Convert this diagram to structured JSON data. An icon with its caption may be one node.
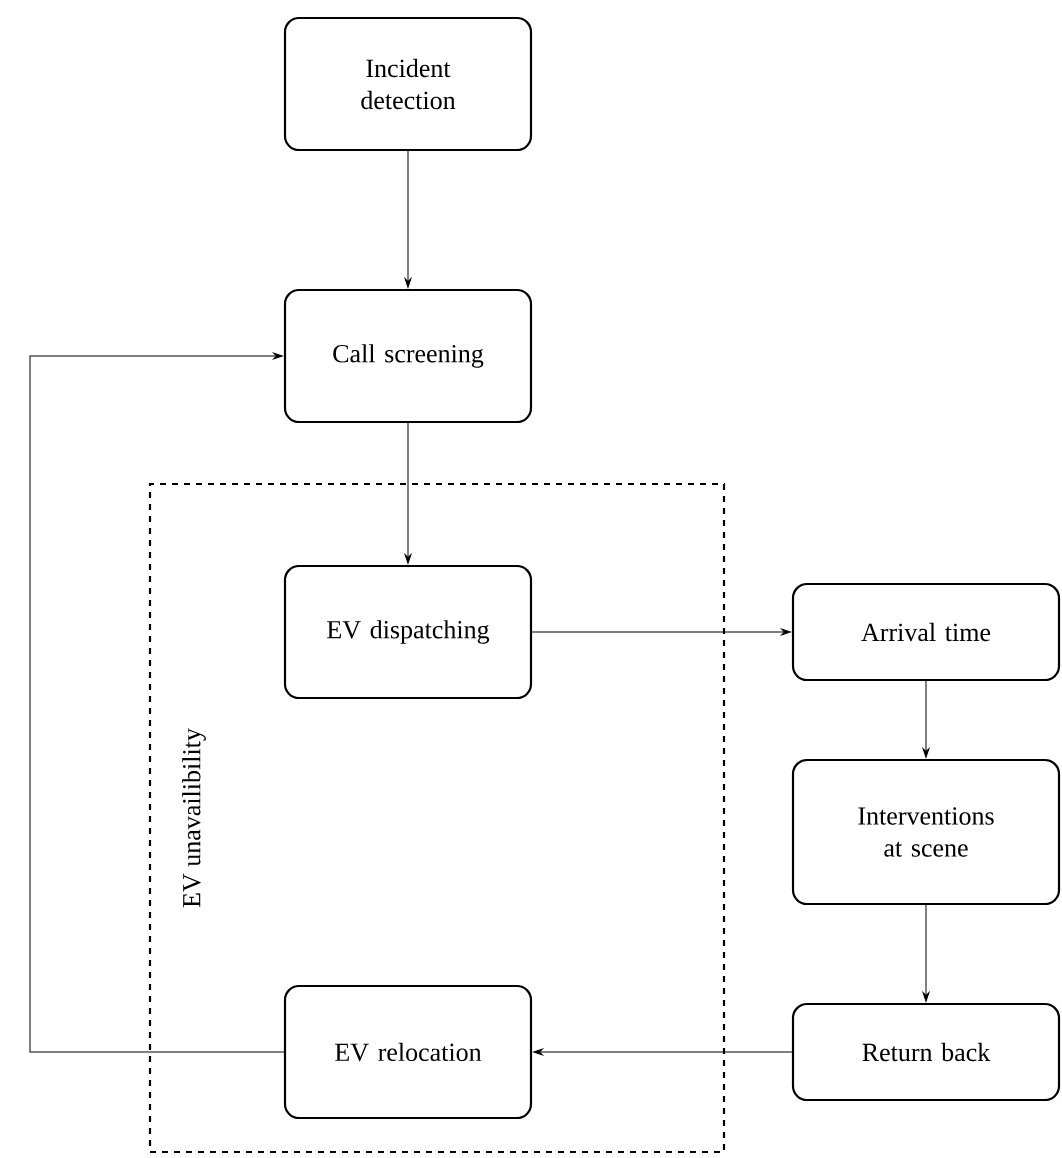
{
  "diagram": {
    "nodes": [
      {
        "text": [
          "Incident detection"
        ]
      },
      {
        "text": [
          "Call screening"
        ]
      },
      {
        "text": [
          "EV unavailibility"
        ]
      },
      {
        "text": [
          "EV dispatching"
        ],
        "in": 2
      },
      {
        "text": [
          "Arrival time"
        ]
      },
      {
        "text": [
          "Interventions at scene"
        ]
      },
      {
        "text": [
          "Return back"
        ]
      },
      {
        "text": [
          "EV relocation"
        ],
        "in": 2
      }
    ],
    "edges": [
      {
        "from": 0,
        "to": 1,
        "arrow": "to"
      },
      {
        "from": 1,
        "to": 3,
        "arrow": "to"
      },
      {
        "from": 3,
        "to": 4,
        "arrow": "to"
      },
      {
        "from": 4,
        "to": 5,
        "arrow": "to"
      },
      {
        "from": 5,
        "to": 6,
        "arrow": "to"
      },
      {
        "from": 6,
        "to": 7,
        "arrow": "to"
      },
      {
        "from": 7,
        "to": 1,
        "arrow": "to"
      }
    ]
  }
}
